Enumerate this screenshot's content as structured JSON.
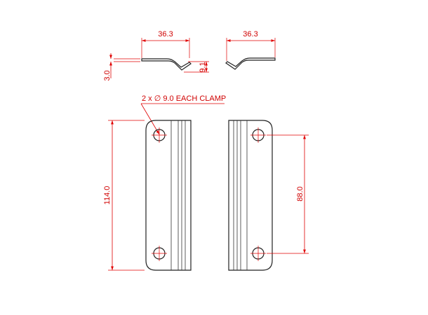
{
  "dimensions": {
    "top_left_width": "36.3",
    "top_right_width": "36.3",
    "thickness": "3.0",
    "offset_height": "9.1",
    "overall_length": "114.0",
    "hole_spacing": "88.0"
  },
  "annotation": {
    "hole_callout": "2 x ∅ 9.0 EACH CLAMP"
  },
  "colors": {
    "dimension": "#e00000",
    "outline": "#222222",
    "background": "#ffffff"
  }
}
